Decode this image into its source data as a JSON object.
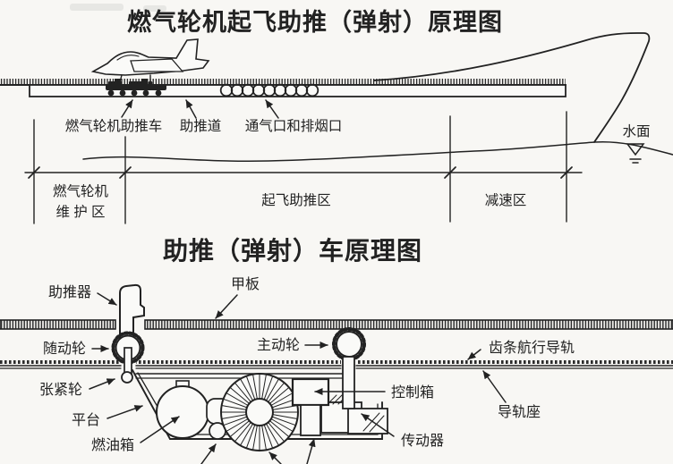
{
  "colors": {
    "ink": "#222222",
    "bg": "#f8f7f4",
    "fill": "#fafaf8"
  },
  "upper_diagram": {
    "title": "燃气轮机起飞助推（弹射）原理图",
    "labels": {
      "boost_cart": "燃气轮机助推车",
      "boost_track": "助推道",
      "vents": "通气口和排烟口",
      "water_surface": "水面",
      "zone_maintenance_line1": "燃气轮机",
      "zone_maintenance_line2": "维 护 区",
      "zone_boost": "起飞助推区",
      "zone_decel": "减速区"
    }
  },
  "lower_diagram": {
    "title": "助推（弹射）车原理图",
    "labels": {
      "booster": "助推器",
      "deck": "甲板",
      "follower_wheel": "随动轮",
      "drive_wheel": "主动轮",
      "rack_rail": "齿条航行导轨",
      "tension_wheel": "张紧轮",
      "control_box": "控制箱",
      "platform": "平台",
      "rail_seat": "导轨座",
      "fuel_tank": "燃油箱",
      "transmission": "传动器"
    }
  }
}
